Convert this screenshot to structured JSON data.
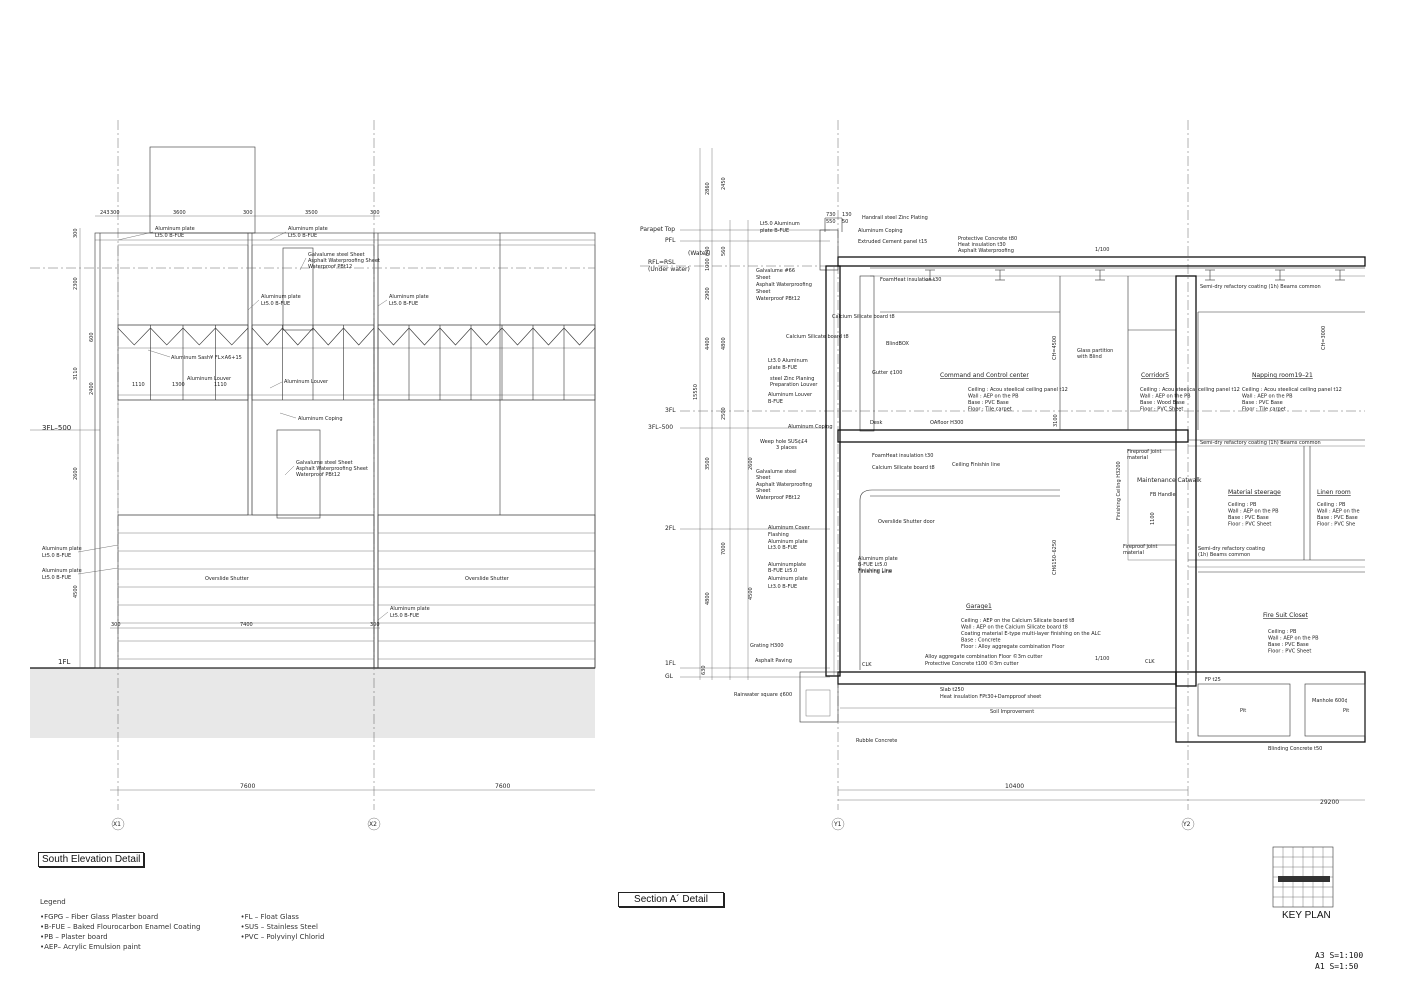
{
  "titles": {
    "elevation": "South Elevation Detail",
    "section": "Section A´ Detail",
    "key_plan": "KEY PLAN"
  },
  "scale": {
    "a3": "A3  S=1:100",
    "a1": "A1  S=1:50"
  },
  "legend": {
    "heading": "Legend",
    "left": [
      "•FGPG – Fiber Glass Plaster board",
      "•B-FUE – Baked Flourocarbon Enamel Coating",
      "•PB – Plaster board",
      "•AEP– Acrylic Emulsion paint"
    ],
    "right": [
      "•FL – Float Glass",
      "•SUS – Stainless Steel",
      "•PVC – Polyvinyl Chlorid"
    ]
  },
  "grid": {
    "x1": "X1",
    "x2": "X2",
    "y1": "Y1",
    "y2": "Y2"
  },
  "elevation": {
    "levels": {
      "fl3": "3FL–500",
      "fl1": "1FL"
    },
    "top_dims": [
      "243",
      "300",
      "3600",
      "300",
      "3500",
      "300"
    ],
    "bottom_dims": [
      "7600",
      "7600"
    ],
    "shutter_dims": [
      "300",
      "7400",
      "300"
    ],
    "side_dims": [
      "300",
      "2300",
      "600",
      "3110",
      "2400",
      "2600",
      "4500"
    ],
    "notes": {
      "alum_plate_1": "Aluminum plate",
      "alum_plate_1b": "Lt5.0  B-FUE",
      "alum_plate_2": "Aluminum plate",
      "alum_plate_2b": "Lt5.0  B-FUE",
      "galv_1": "Galvalume  steel Sheet",
      "galv_1b": "Asphalt Waterproofing Sheet",
      "galv_1c": "Waterproof  PBt12",
      "alum_plate_3": "Aluminum plate",
      "alum_plate_3b": "Lt5.0  B-FUE",
      "alum_plate_4": "Aluminum plate",
      "alum_plate_4b": "Lt5.0  B-FUE",
      "alum_sash": "Aluminum  Sash¥ FL×A6+15",
      "alum_louver_1": "Aluminum Louver",
      "alum_louver_2": "Aluminum Louver",
      "dim_1110a": "1110",
      "dim_1300": "1300",
      "dim_1110b": "1110",
      "alum_coping": "Aluminum  Coping",
      "galv_2": "Galvalume  steel Sheet",
      "galv_2b": "Asphalt Waterproofing Sheet",
      "galv_2c": "Waterproof  PBt12",
      "alum_plate_5": "Aluminum plate",
      "alum_plate_5b": "Lt5.0  B-FUE",
      "alum_plate_6": "Aluminum plate",
      "alum_plate_6b": "Lt5.0  B-FUE",
      "shutter_1": "Overslide Shutter",
      "shutter_2": "Overslide Shutter",
      "alum_plate_7": "Aluminum plate",
      "alum_plate_7b": "Lt5.0  B-FUE"
    }
  },
  "section": {
    "levels": {
      "parapet": "Parapet Top",
      "pfl": "PFL",
      "rfl": "RFL=RSL",
      "under_water": "(Under water)",
      "water": "(Water)",
      "fl3": "3FL",
      "fl3b": "3FL–500",
      "fl2": "2FL",
      "fl1": "1FL",
      "gl": "GL"
    },
    "side_dims": [
      "2860",
      "2450",
      "640",
      "560",
      "1000",
      "2900",
      "4400",
      "4800",
      "15550",
      "3500",
      "2500",
      "2600",
      "7000",
      "4800",
      "4500",
      "630"
    ],
    "top_dims": [
      "730",
      "130",
      "550",
      "50"
    ],
    "bottom_dims": {
      "span": "10400",
      "total": "29200"
    },
    "rooms": {
      "command": "Command and Control center",
      "corridor": "Corridor5",
      "napping": "Napping room19–21",
      "maint": "Maintenance Catwalk",
      "material": "Material  steerage",
      "linen": "Linen room",
      "garage": "Garage1",
      "firesuit": "Fire Suit Closet"
    },
    "notes": {
      "n1": "Handrail  steel Zinc Plating",
      "n2": "Aluminum Coping",
      "n3": "Extruded Cement panel t15",
      "n4": "Protective Concrete t80",
      "n5": "Heat insulation t30",
      "n6": "Asphalt Waterproofing",
      "n7": "1/100",
      "n8": "Lt5.0  Aluminum",
      "n9": "plate B-FUE",
      "n10": "Galvalume  #66",
      "n11": "Sheet",
      "n12": "Asphalt Waterproofing",
      "n13": "Sheet",
      "n14": "Waterproof  PBt12",
      "n15": "FoamHeat insulation t30",
      "n16": "Semi-dry refactory coating (1h) Beams common",
      "n17": "Calcium Silicate board t8",
      "n18": "Calcium Silicate board t8",
      "n19": "BlindBOX",
      "n20": "Glass partition",
      "n21": "with Blind",
      "n22": "Lt3.0  Aluminum",
      "n23": "plate B-FUE",
      "n24": "steel Zinc Planing",
      "n25": "Preparation Louver",
      "n26": "Gutter  ¢100",
      "n27": "Aluminum Louver",
      "n28": "B-FUE",
      "n29": "Aluminum Coping",
      "n30": "Desk",
      "n31": "OAfloor H300",
      "n32": "Weep hole SUS¢£4",
      "n33": "3 places",
      "n34": "FoamHeat insulation t30",
      "n35": "Calcium Silicate board t8",
      "n36": "Ceiling Finishin line",
      "n37": "Semi-dry refactory coating (1h) Beams common",
      "n38": "Fireproof joint",
      "n39": "material",
      "n40": "FB Handle",
      "n41": "Galvalume  steel",
      "n42": "Sheet",
      "n43": "Asphalt Waterproofing",
      "n44": "Sheet",
      "n45": "Waterproof  PBt12",
      "n46": "Overslide Shutter door",
      "n47": "Aluminum Cover",
      "n48": "Flashing",
      "n49": "Aluminum plate",
      "n50": "Lt3.0  B-FUE",
      "n51": "Aluminumplate",
      "n52": "B-FUE Lt5.0",
      "n53": "Finishing Line",
      "n54": "Aluminum plate",
      "n55": "Lt3.0  B-FUE",
      "n56": "Aluminum plate",
      "n57": "B-FUE Lt5.0",
      "n58": "Finishing Line",
      "n59": "Fireproof joint",
      "n60": "material",
      "n61": "Semi-dry refactory coating",
      "n62": "(1h) Beams common",
      "n63": "Grating H300",
      "n64": "Asphalt Paving",
      "n65": "CLK",
      "n66": "CLK",
      "n67": "Alloy aggregate combination Floor ©3m cutter",
      "n68": "Protective Concrete t100 ©3m cutter",
      "n69": "1/100",
      "n70": "Rainwater square ¢600",
      "n71": "Slab t250",
      "n72": "Heat insulation FPt30+Dampproof sheet",
      "n73": "Soil Improvement",
      "n74": "Rubble Concrete",
      "n75": "FP t25",
      "n76": "Manhole 600¢",
      "n77": "Pit",
      "n78": "Pit",
      "n79": "Blinding Concrete t50",
      "n80": "CH=4500",
      "n81": "CH=3000",
      "n82": "CH6150–6250",
      "n83": "Finishing Ceiling H3200",
      "n84": "1100",
      "n85": "3100"
    },
    "finishes": {
      "command": [
        "Ceiling : Acou steelical ceiling panel t12",
        "Wall  : AEP on the PB",
        "Base : PVC Base",
        "Floor  : Tile carpet"
      ],
      "corridor": [
        "Ceiling : Acou steelical ceiling panel t12",
        "Wall  : AEP on the PB",
        "Base : Wood Base",
        "Floor  : PVC Sheet"
      ],
      "napping": [
        "Ceiling : Acou steelical ceiling panel t12",
        "Wall  : AEP on the PB",
        "Base : PVC Base",
        "Floor  : Tile carpet"
      ],
      "material": [
        "Ceiling : PB",
        "Wall  : AEP on the PB",
        "Base : PVC Base",
        "Floor  : PVC Sheet"
      ],
      "linen": [
        "Ceiling : PB",
        "Wall  : AEP on the",
        "Base : PVC Base",
        "Floor  : PVC She"
      ],
      "garage": [
        "Ceiling : AEP on the Calcium Silicate board t8",
        "Wall  : AEP on the Calcium Silicate board t8",
        "Coating material E-type multi-layer finishing on the ALC",
        "Base : Concrete",
        "Floor  : Alloy aggregate combination Floor"
      ],
      "firesuit": [
        "Ceiling : PB",
        "Wall  : AEP on the PB",
        "Base : PVC Base",
        "Floor  : PVC Sheet"
      ]
    }
  }
}
